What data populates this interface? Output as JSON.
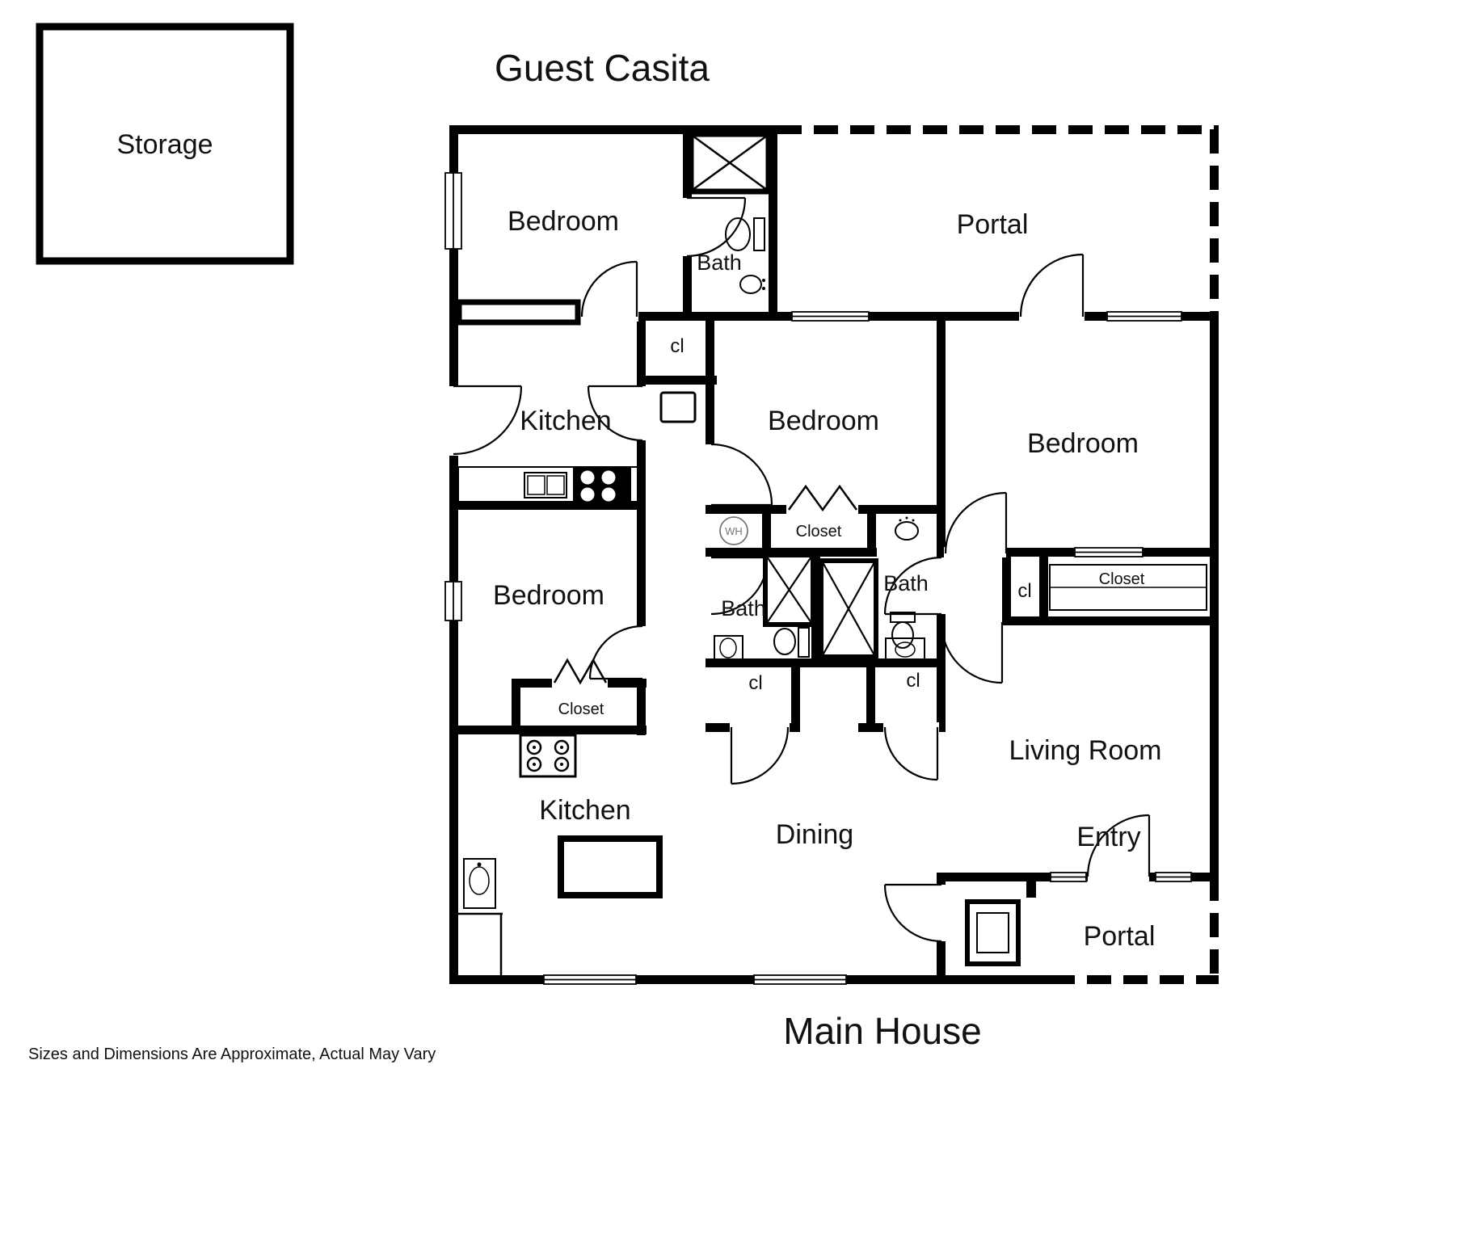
{
  "colors": {
    "wall": "#000000",
    "background": "#ffffff",
    "text": "#111111"
  },
  "titles": {
    "guest_casita": "Guest Casita",
    "main_house": "Main House"
  },
  "footnote": "Sizes and Dimensions Are Approximate, Actual May Vary",
  "rooms": {
    "storage": "Storage",
    "bedroom_casita": "Bedroom",
    "bath_casita": "Bath",
    "portal_upper": "Portal",
    "closet_small_casita": "cl",
    "kitchen_casita": "Kitchen",
    "bedroom_center": "Bedroom",
    "bedroom_right": "Bedroom",
    "water_heater": "WH",
    "closet_center": "Closet",
    "bedroom_lower": "Bedroom",
    "bath_center_left": "Bath",
    "bath_center_right": "Bath",
    "closet_small_right": "cl",
    "closet_right": "Closet",
    "closet_small_hall_left": "cl",
    "closet_small_hall_right": "cl",
    "closet_lower": "Closet",
    "living_room": "Living Room",
    "kitchen_main": "Kitchen",
    "dining": "Dining",
    "entry": "Entry",
    "portal_lower": "Portal"
  }
}
